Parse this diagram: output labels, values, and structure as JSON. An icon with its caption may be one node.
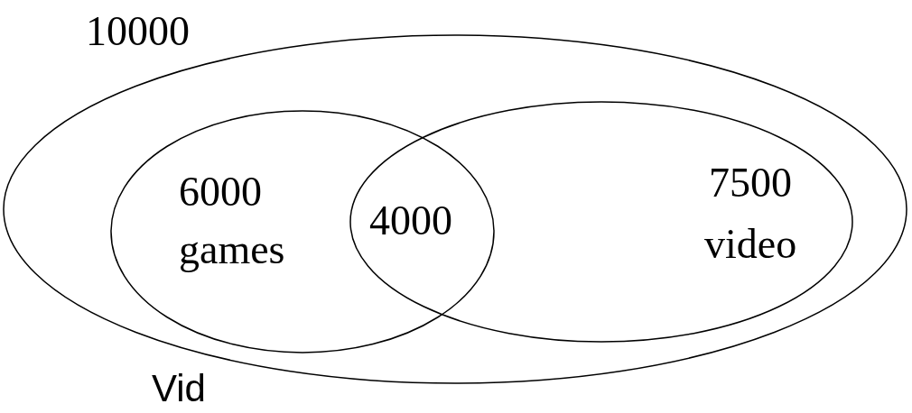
{
  "diagram": {
    "nodes": [
      {
        "text": [
          "10000"
        ]
      },
      {
        "text": [
          "6000",
          "games"
        ],
        "in": 0
      },
      {
        "text": [
          "7500",
          "video"
        ],
        "in": 0
      }
    ],
    "labels": [
      "4000",
      "Vid"
    ]
  }
}
